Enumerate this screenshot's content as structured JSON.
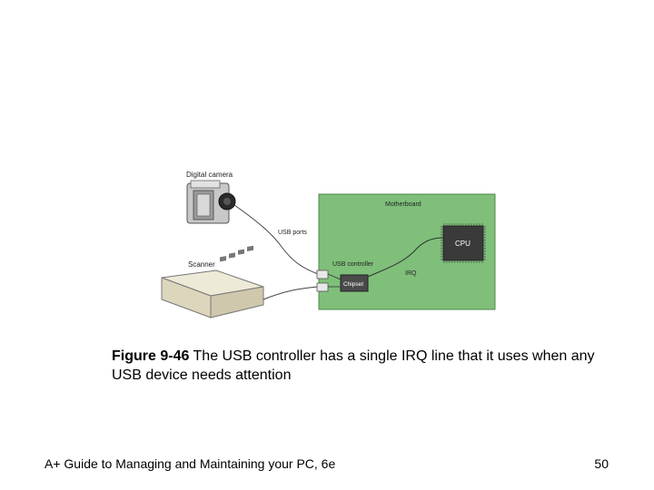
{
  "diagram": {
    "labels": {
      "digital_camera": "Digital camera",
      "usb_ports": "USB ports",
      "scanner": "Scanner",
      "motherboard": "Motherboard",
      "cpu": "CPU",
      "usb_controller": "USB controller",
      "chipset": "Chipset",
      "irq": "IRQ"
    }
  },
  "caption": {
    "figure_number": "Figure 9-46",
    "text": " The USB controller has a single IRQ line that it uses when any USB device needs attention"
  },
  "footer": {
    "book_title": "A+ Guide to Managing and Maintaining your PC, 6e",
    "page_number": "50"
  },
  "colors": {
    "motherboard_green": "#7fbf7a",
    "cpu_dark": "#3a3a3a"
  }
}
